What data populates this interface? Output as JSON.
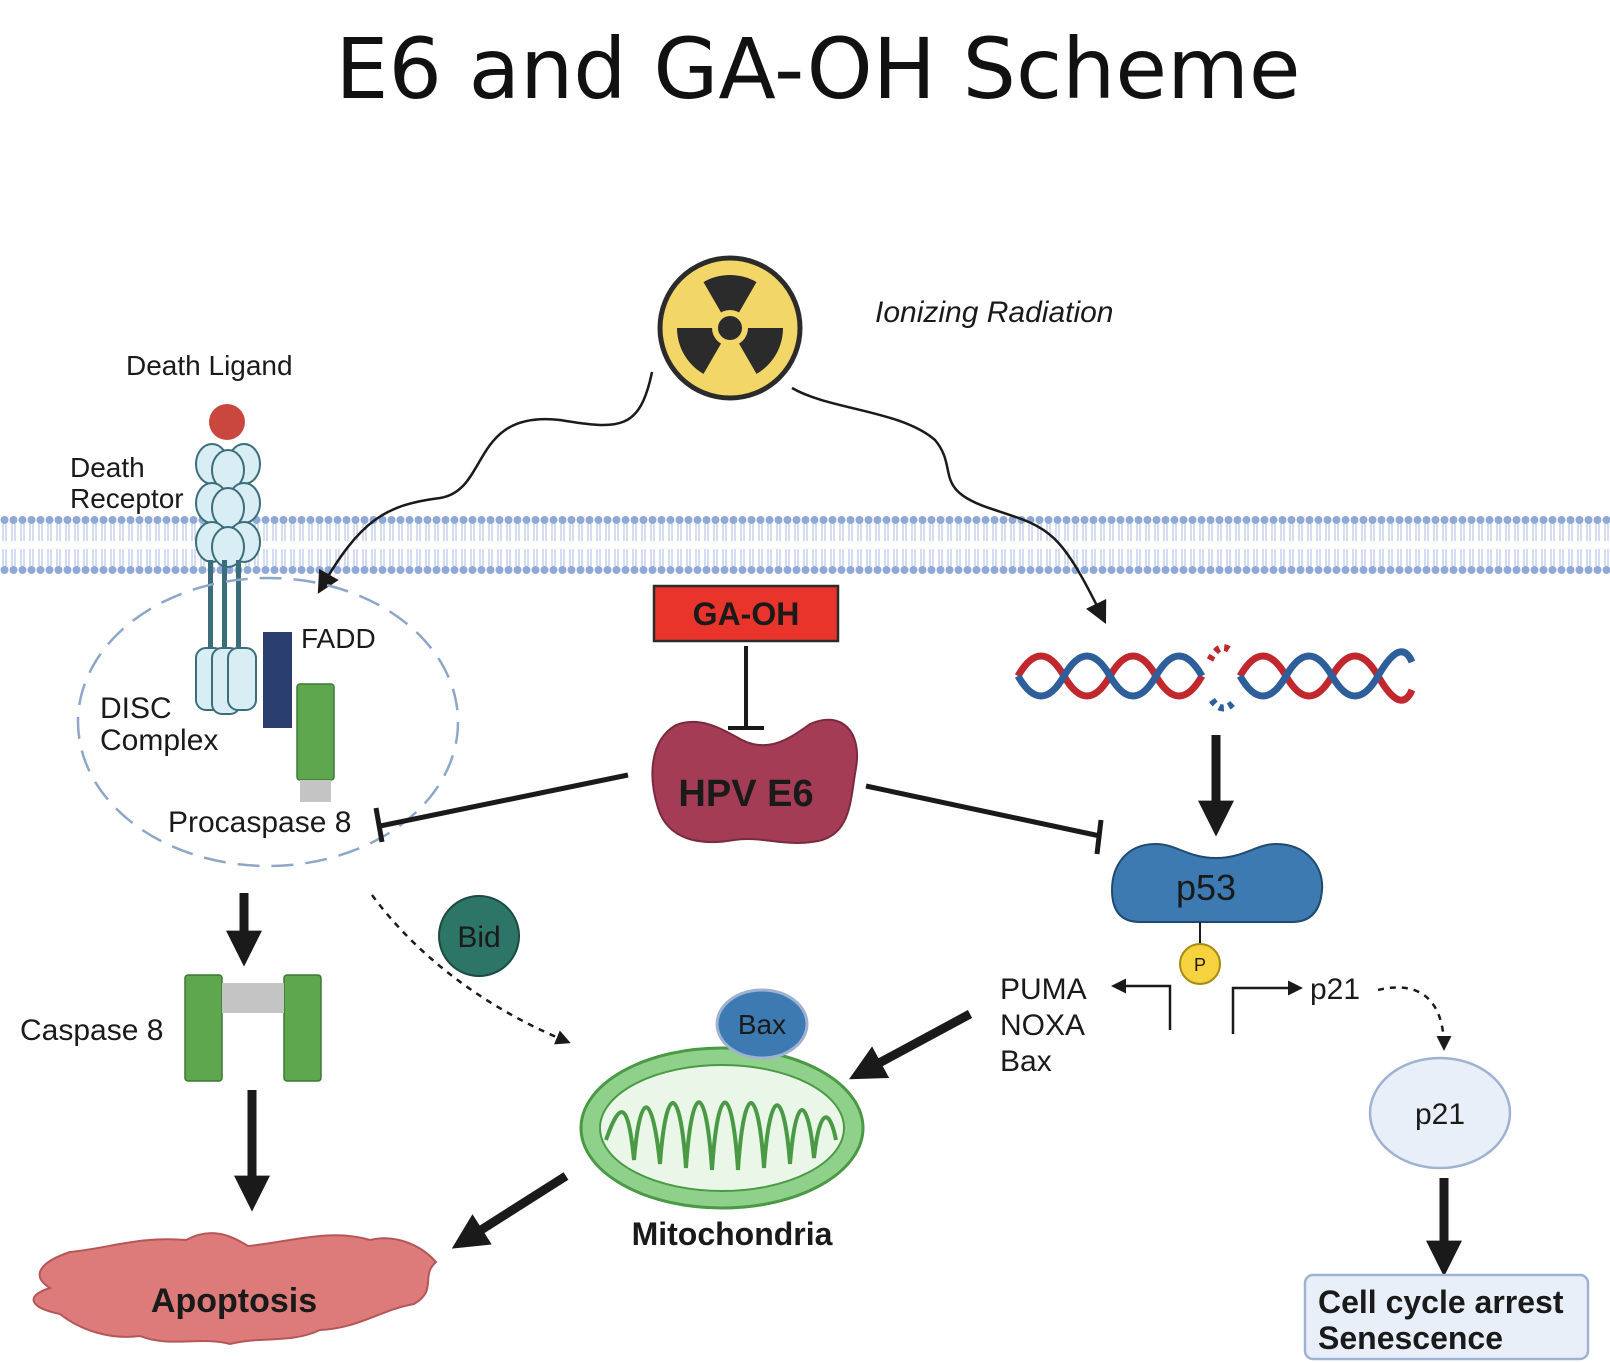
{
  "title": "E6 and GA-OH Scheme",
  "labels": {
    "ionizing_radiation": "Ionizing Radiation",
    "death_ligand": "Death Ligand",
    "death_receptor_l1": "Death",
    "death_receptor_l2": "Receptor",
    "fadd": "FADD",
    "disc_l1": "DISC",
    "disc_l2": "Complex",
    "procaspase8": "Procaspase 8",
    "ga_oh": "GA-OH",
    "hpv_e6": "HPV E6",
    "p53": "p53",
    "phospho": "P",
    "puma": "PUMA",
    "noxa": "NOXA",
    "bax_gene": "Bax",
    "p21_gene": "p21",
    "p21_protein": "p21",
    "bid": "Bid",
    "bax_protein": "Bax",
    "caspase8": "Caspase 8",
    "mitochondria": "Mitochondria",
    "apoptosis": "Apoptosis",
    "cell_cycle_l1": "Cell cycle arrest",
    "cell_cycle_l2": "Senescence"
  },
  "colors": {
    "membrane_head": "#8fa8d6",
    "receptor_fill": "#d8eef4",
    "receptor_stroke": "#3b6e7a",
    "fadd": "#2a3f6e",
    "caspase_green": "#5fa74f",
    "ga_oh_red": "#e8342a",
    "hpv_e6_fill": "#a43c55",
    "p53_blue": "#3d7ab1",
    "phospho_yellow": "#f5d23e",
    "bid_teal": "#2d7566",
    "bax_blue": "#3d7ab1",
    "mito_green": "#8fd18a",
    "apoptosis_pink": "#dd7b7b",
    "dna_red": "#c0282d",
    "dna_blue": "#2f5f9a",
    "radiation_yellow": "#f2d668"
  }
}
